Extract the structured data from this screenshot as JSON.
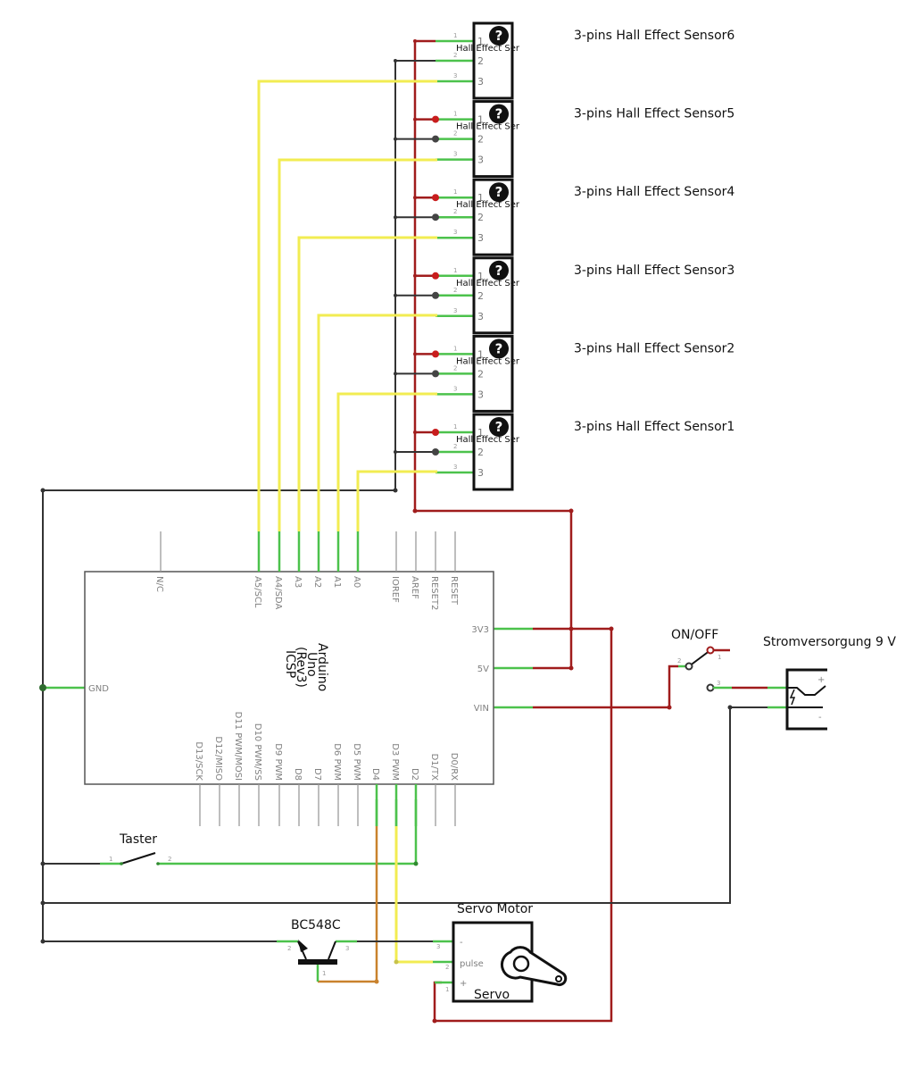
{
  "diagram": {
    "type": "circuit-schematic",
    "sensors": [
      {
        "label": "3-pins Hall Effect Sensor6",
        "inner": "Hall Effect Ser",
        "pins": [
          "1",
          "2",
          "3"
        ]
      },
      {
        "label": "3-pins Hall Effect Sensor5",
        "inner": "Hall Effect Ser",
        "pins": [
          "1",
          "2",
          "3"
        ]
      },
      {
        "label": "3-pins Hall Effect Sensor4",
        "inner": "Hall Effect Ser",
        "pins": [
          "1",
          "2",
          "3"
        ]
      },
      {
        "label": "3-pins Hall Effect Sensor3",
        "inner": "Hall Effect Ser",
        "pins": [
          "1",
          "2",
          "3"
        ]
      },
      {
        "label": "3-pins Hall Effect Sensor2",
        "inner": "Hall Effect Ser",
        "pins": [
          "1",
          "2",
          "3"
        ]
      },
      {
        "label": "3-pins Hall Effect Sensor1",
        "inner": "Hall Effect Ser",
        "pins": [
          "1",
          "2",
          "3"
        ]
      }
    ],
    "arduino": {
      "name_lines": [
        "Arduino",
        "Uno",
        "(Rev3)",
        "ICSP"
      ],
      "top_pins": [
        "N/C",
        "A5/SCL",
        "A4/SDA",
        "A3",
        "A2",
        "A1",
        "A0",
        "IOREF",
        "AREF",
        "RESET2",
        "RESET"
      ],
      "bottom_pins": [
        "D13/SCK",
        "D12/MISO",
        "D11 PWM/MOSI",
        "D10 PWM/SS",
        "D9 PWM",
        "D8",
        "D7",
        "D6 PWM",
        "D5 PWM",
        "D4",
        "D3 PWM",
        "D2",
        "D1/TX",
        "D0/RX"
      ],
      "left_pins": [
        "GND"
      ],
      "right_pins": [
        "3V3",
        "5V",
        "VIN"
      ]
    },
    "switch": {
      "label": "ON/OFF",
      "pins": [
        "1",
        "2",
        "3"
      ]
    },
    "power": {
      "label": "Stromversorgung 9 V",
      "plus": "+",
      "minus": "-"
    },
    "button": {
      "label": "Taster",
      "pins": [
        "1",
        "2"
      ]
    },
    "transistor": {
      "label": "BC548C",
      "pins": [
        "1",
        "2",
        "3"
      ]
    },
    "servo": {
      "title": "Servo Motor",
      "name": "Servo",
      "pin_labels": [
        "-",
        "pulse",
        "+"
      ],
      "pin_numbers": [
        "3",
        "2",
        "1"
      ]
    },
    "sensor_icon": "?",
    "colors": {
      "vcc": "#a01c1c",
      "gnd": "#333333",
      "signal": "#f2ec52",
      "pin": "#4cc24c",
      "base": "#c9822d"
    }
  }
}
